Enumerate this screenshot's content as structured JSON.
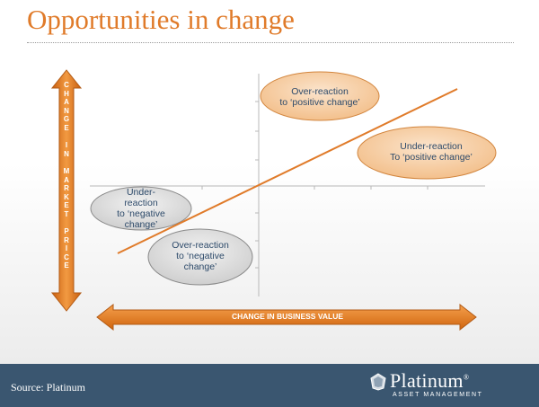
{
  "title": "Opportunities in change",
  "y_axis_label": "CHANGE IN MARKET PRICE",
  "x_axis_label": "CHANGE IN BUSINESS VALUE",
  "bubbles": [
    {
      "id": "over-reaction-positive",
      "lines": [
        "Over-reaction",
        "to ‘positive change’"
      ]
    },
    {
      "id": "under-reaction-positive",
      "lines": [
        "Under-reaction",
        "To ‘positive change’"
      ]
    },
    {
      "id": "under-reaction-negative",
      "lines": [
        "Under-",
        "reaction",
        "to ‘negative",
        "change’"
      ]
    },
    {
      "id": "over-reaction-negative",
      "lines": [
        "Over-reaction",
        "to ‘negative",
        "change’"
      ]
    }
  ],
  "footer": {
    "source": "Source:  Platinum",
    "logo_name": "Platinum",
    "logo_reg": "®",
    "logo_sub": "ASSET MANAGEMENT"
  },
  "colors": {
    "accent": "#e07b2a",
    "bubble_orange": "#f7d3ad",
    "bubble_grey": "#dcdcdc",
    "footer": "#3a5670",
    "text_blue": "#2d4a6a"
  }
}
